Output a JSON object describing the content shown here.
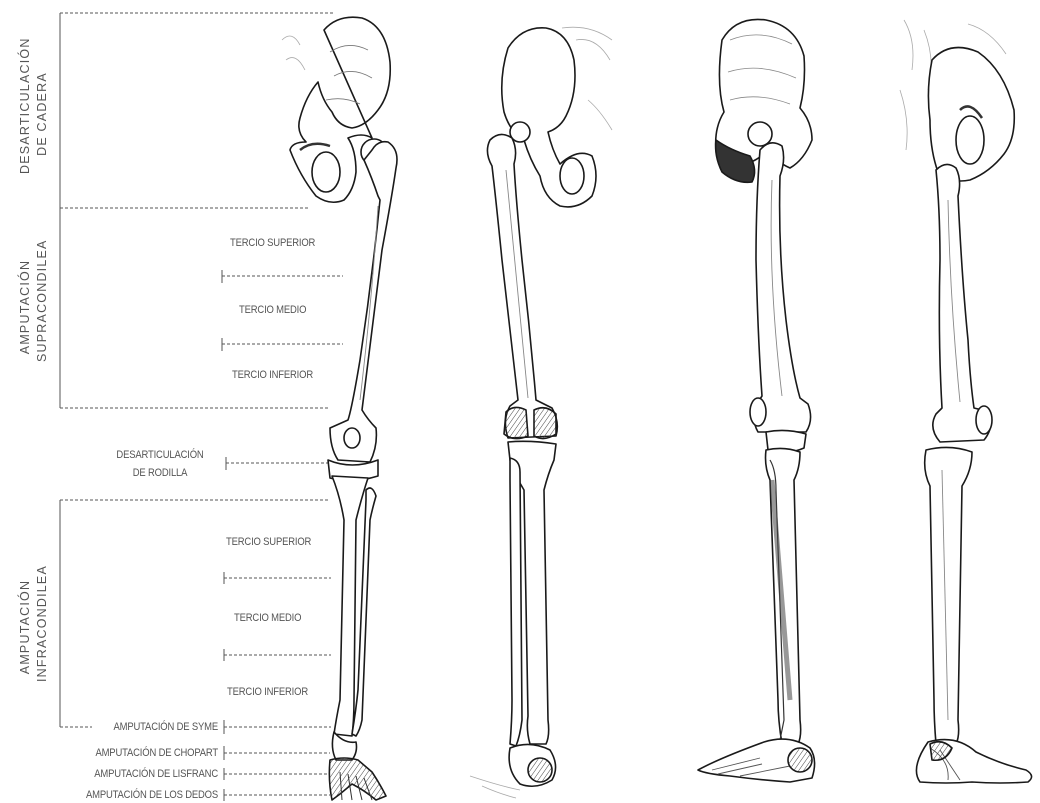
{
  "labels": {
    "hip_disarticulation": [
      "DESARTICULACIÓN",
      "DE CADERA"
    ],
    "supracondylar": [
      "AMPUTACIÓN",
      "SUPRACONDILEA"
    ],
    "infracondylar": [
      "AMPUTACIÓN",
      "INFRACONDILEA"
    ],
    "upper_third": "TERCIO SUPERIOR",
    "middle_third": "TERCIO MEDIO",
    "lower_third": "TERCIO INFERIOR",
    "knee_disarticulation": [
      "DESARTICULACIÓN",
      "DE RODILLA"
    ],
    "syme": "AMPUTACIÓN DE SYME",
    "chopart": "AMPUTACIÓN DE CHOPART",
    "lisfranc": "AMPUTACIÓN DE LISFRANC",
    "toes": "AMPUTACIÓN DE LOS DEDOS"
  },
  "colors": {
    "line": "#555555",
    "bone_fill": "#ffffff",
    "bone_stroke": "#1a1a1a",
    "shade": "#6b6b6b"
  },
  "views": [
    "leg-anterior-view",
    "leg-posterior-view",
    "leg-lateral-view",
    "leg-medial-view"
  ]
}
